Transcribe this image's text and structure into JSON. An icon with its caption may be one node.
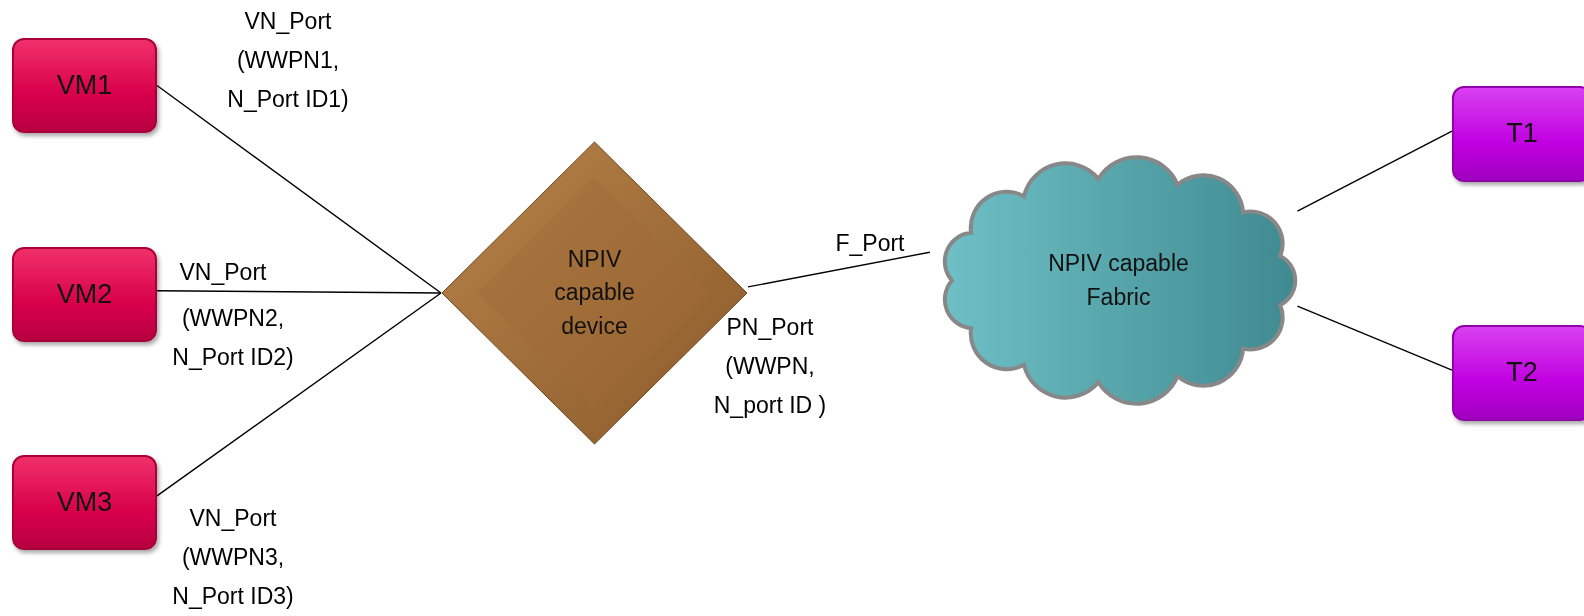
{
  "diagram": {
    "nodes": [
      {
        "text": [
          "VM1"
        ]
      },
      {
        "text": [
          "VM2"
        ]
      },
      {
        "text": [
          "VM3"
        ]
      },
      {
        "text": [
          "NPIV capable device"
        ]
      },
      {
        "text": [
          "NPIV capable Fabric"
        ]
      },
      {
        "text": [
          "T1"
        ]
      },
      {
        "text": [
          "T2"
        ]
      }
    ],
    "edges": [
      {
        "from": 0,
        "to": 3,
        "arrow": "none"
      },
      {
        "from": 1,
        "to": 3,
        "arrow": "none"
      },
      {
        "from": 2,
        "to": 3,
        "arrow": "none"
      },
      {
        "from": 3,
        "to": 4,
        "arrow": "none"
      },
      {
        "from": 4,
        "to": 5,
        "arrow": "none"
      },
      {
        "from": 4,
        "to": 6,
        "arrow": "none"
      }
    ],
    "labels": [
      "VN_Port (WWPN1, N_Port ID1)",
      "VN_Port",
      "(WWPN2, N_Port ID2)",
      "F_Port",
      "PN_Port (WWPN, N_port ID )",
      "VN_Port (WWPN3, N_Port ID3)"
    ]
  }
}
